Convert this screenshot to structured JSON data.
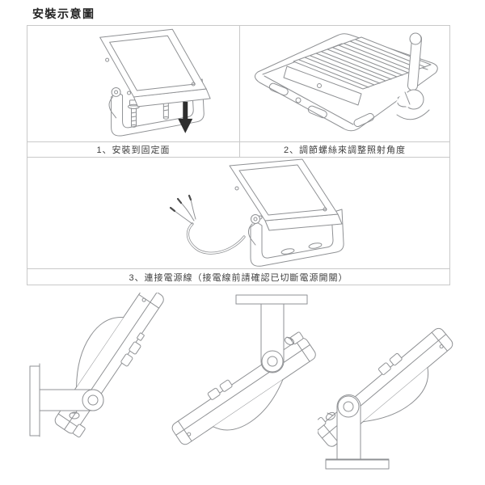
{
  "page": {
    "title": "安裝示意圖"
  },
  "steps": [
    {
      "caption": "1、安裝到固定面"
    },
    {
      "caption": "2、調節螺絲來調整照射角度"
    },
    {
      "caption": "3、連接電源線（接電線前請確認已切斷電源開關）"
    }
  ],
  "colors": {
    "line": "#8f9194",
    "border": "#c9c9c9",
    "text": "#3f3f3f",
    "arrow": "#2e2e2e",
    "bg": "#ffffff"
  }
}
